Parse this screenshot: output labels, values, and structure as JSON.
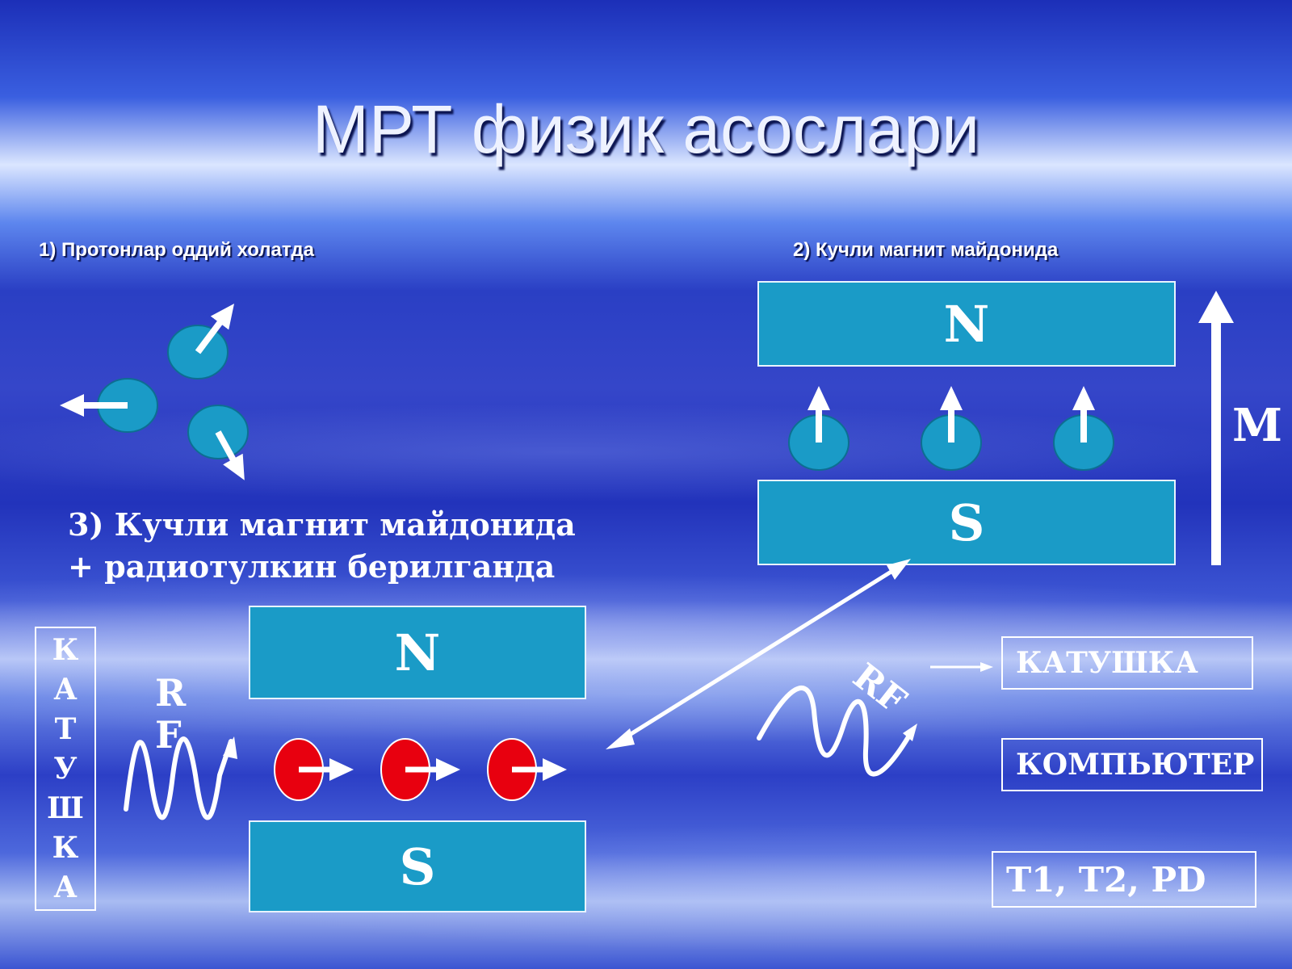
{
  "slide": {
    "title": "МРТ физик асослари",
    "step1_label": "1) Протонлар оддий холатда",
    "step2_label": "2) Кучли магнит майдонида",
    "step3_label": "3) Кучли магнит майдонида + радиотулкин берилганда",
    "magnets": {
      "top_north": "N",
      "top_south": "S",
      "bottom_north": "N",
      "bottom_south": "S"
    },
    "magnetization_label": "M",
    "coil_vertical_letters": [
      "К",
      "А",
      "Т",
      "У",
      "Ш",
      "К",
      "А"
    ],
    "rf_left_letters": [
      "R",
      "F"
    ],
    "rf_right_label": "RF",
    "boxes": {
      "coil": "КАТУШКА",
      "computer": "КОМПЬЮТЕР",
      "sequences": "T1, T2, PD"
    },
    "colors": {
      "magnet_fill": "#1a9bc7",
      "proton_blue": "#1a9bc7",
      "proton_red": "#e8000f",
      "arrow": "#ffffff"
    }
  }
}
